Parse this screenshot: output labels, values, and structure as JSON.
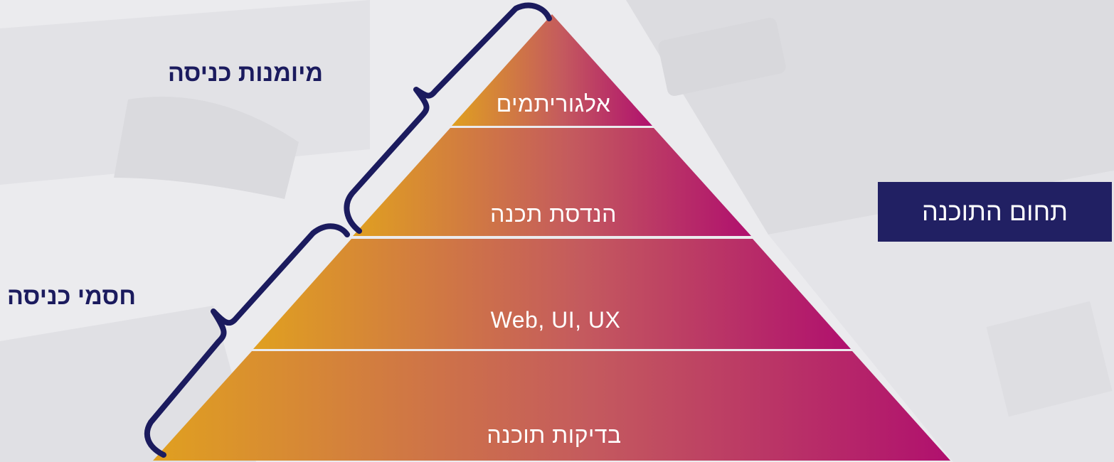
{
  "pyramid": {
    "tiers": [
      {
        "label": "אלגוריתמים"
      },
      {
        "label": "הנדסת תכנה"
      },
      {
        "label": "Web, UI, UX"
      },
      {
        "label": "בדיקות תוכנה"
      }
    ],
    "gradient": {
      "left": "#e0a020",
      "right": "#b0106e"
    }
  },
  "annotations": {
    "entry_skills": "מיומנות כניסה",
    "entry_barriers": "חסמי כניסה"
  },
  "field_box": {
    "label": "תחום התוכנה",
    "color": "#212063"
  },
  "bracket_color": "#1b1b5e"
}
